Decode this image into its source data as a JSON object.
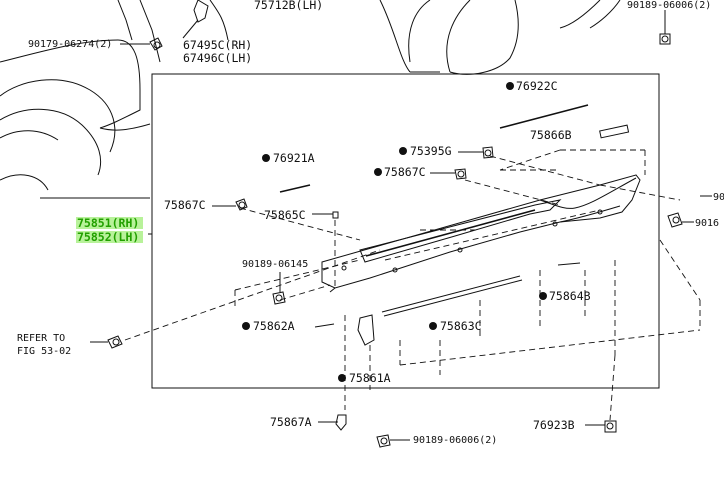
{
  "labels": {
    "p75712B": "75712B(LH)",
    "p90189_06006_top": "90189-06006(2)",
    "p90179": "90179-06274(2)",
    "p67495C": "67495C(RH)",
    "p67496C": "67496C(LH)",
    "p76922C": "76922C",
    "p75866B": "75866B",
    "p75395G": "75395G",
    "p75867C_mid": "75867C",
    "p76921A": "76921A",
    "p75867C_left": "75867C",
    "p75865C": "75865C",
    "p75851": "75851(RH)",
    "p75852": "75852(LH)",
    "p90189_06145": "90189-06145",
    "p75864B": "75864B",
    "p75862A": "75862A",
    "p75863C": "75863C",
    "refer1": "REFER TO",
    "refer2": "FIG 53-02",
    "p75861A": "75861A",
    "p75867A": "75867A",
    "p90189_06006_bot": "90189-06006(2)",
    "p76923B": "76923B",
    "p90_edge": "90",
    "p9016_edge": "9016"
  },
  "colors": {
    "highlight_text": "#22a000",
    "highlight_bg": "#b8f29a",
    "line": "#111111"
  }
}
